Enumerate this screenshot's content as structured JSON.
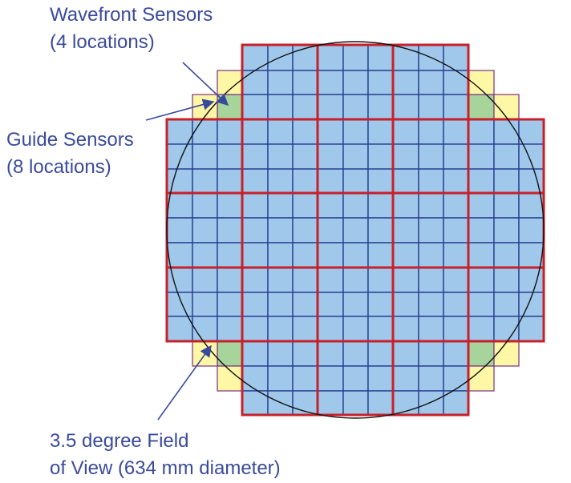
{
  "labels": {
    "wavefront": {
      "line1": "Wavefront Sensors",
      "line2": "(4 locations)"
    },
    "guide": {
      "line1": "Guide Sensors",
      "line2": "(8 locations)"
    },
    "fov": {
      "line1": "3.5 degree Field",
      "line2": "of View (634 mm diameter)"
    }
  },
  "colors": {
    "science_fill": "#9fc8ea",
    "science_grid": "#2a3f92",
    "raft_border": "#c8202a",
    "guide_fill": "#fdf7a6",
    "guide_border": "#7a2f82",
    "wavefront_fill": "#a6d49a",
    "label_text": "#3a4a9a",
    "circle": "#111111"
  },
  "layout_grid": {
    "rafts_per_side": 5,
    "ccds_per_raft_side": 3,
    "corner_rafts": "omitted",
    "science_rafts": 21,
    "wavefront_sensor_locations": 4,
    "guide_sensor_locations": 8
  }
}
